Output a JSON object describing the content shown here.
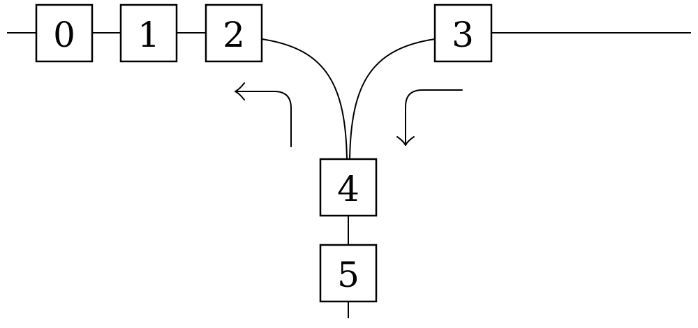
{
  "nodes": [
    {
      "id": "node-0",
      "label": "0"
    },
    {
      "id": "node-1",
      "label": "1"
    },
    {
      "id": "node-2",
      "label": "2"
    },
    {
      "id": "node-3",
      "label": "3"
    },
    {
      "id": "node-4",
      "label": "4"
    },
    {
      "id": "node-5",
      "label": "5"
    }
  ],
  "edges": [
    {
      "from": "left-end",
      "to": "0"
    },
    {
      "from": "0",
      "to": "1"
    },
    {
      "from": "1",
      "to": "2"
    },
    {
      "from": "2",
      "to": "4"
    },
    {
      "from": "3",
      "to": "4"
    },
    {
      "from": "3",
      "to": "right-end"
    },
    {
      "from": "4",
      "to": "5"
    },
    {
      "from": "5",
      "to": "bottom-end"
    }
  ],
  "arrows": [
    {
      "id": "arrow-left",
      "direction": "up-then-left"
    },
    {
      "id": "arrow-right",
      "direction": "left-then-down"
    }
  ],
  "colors": {
    "stroke": "#000000",
    "background": "#ffffff"
  }
}
